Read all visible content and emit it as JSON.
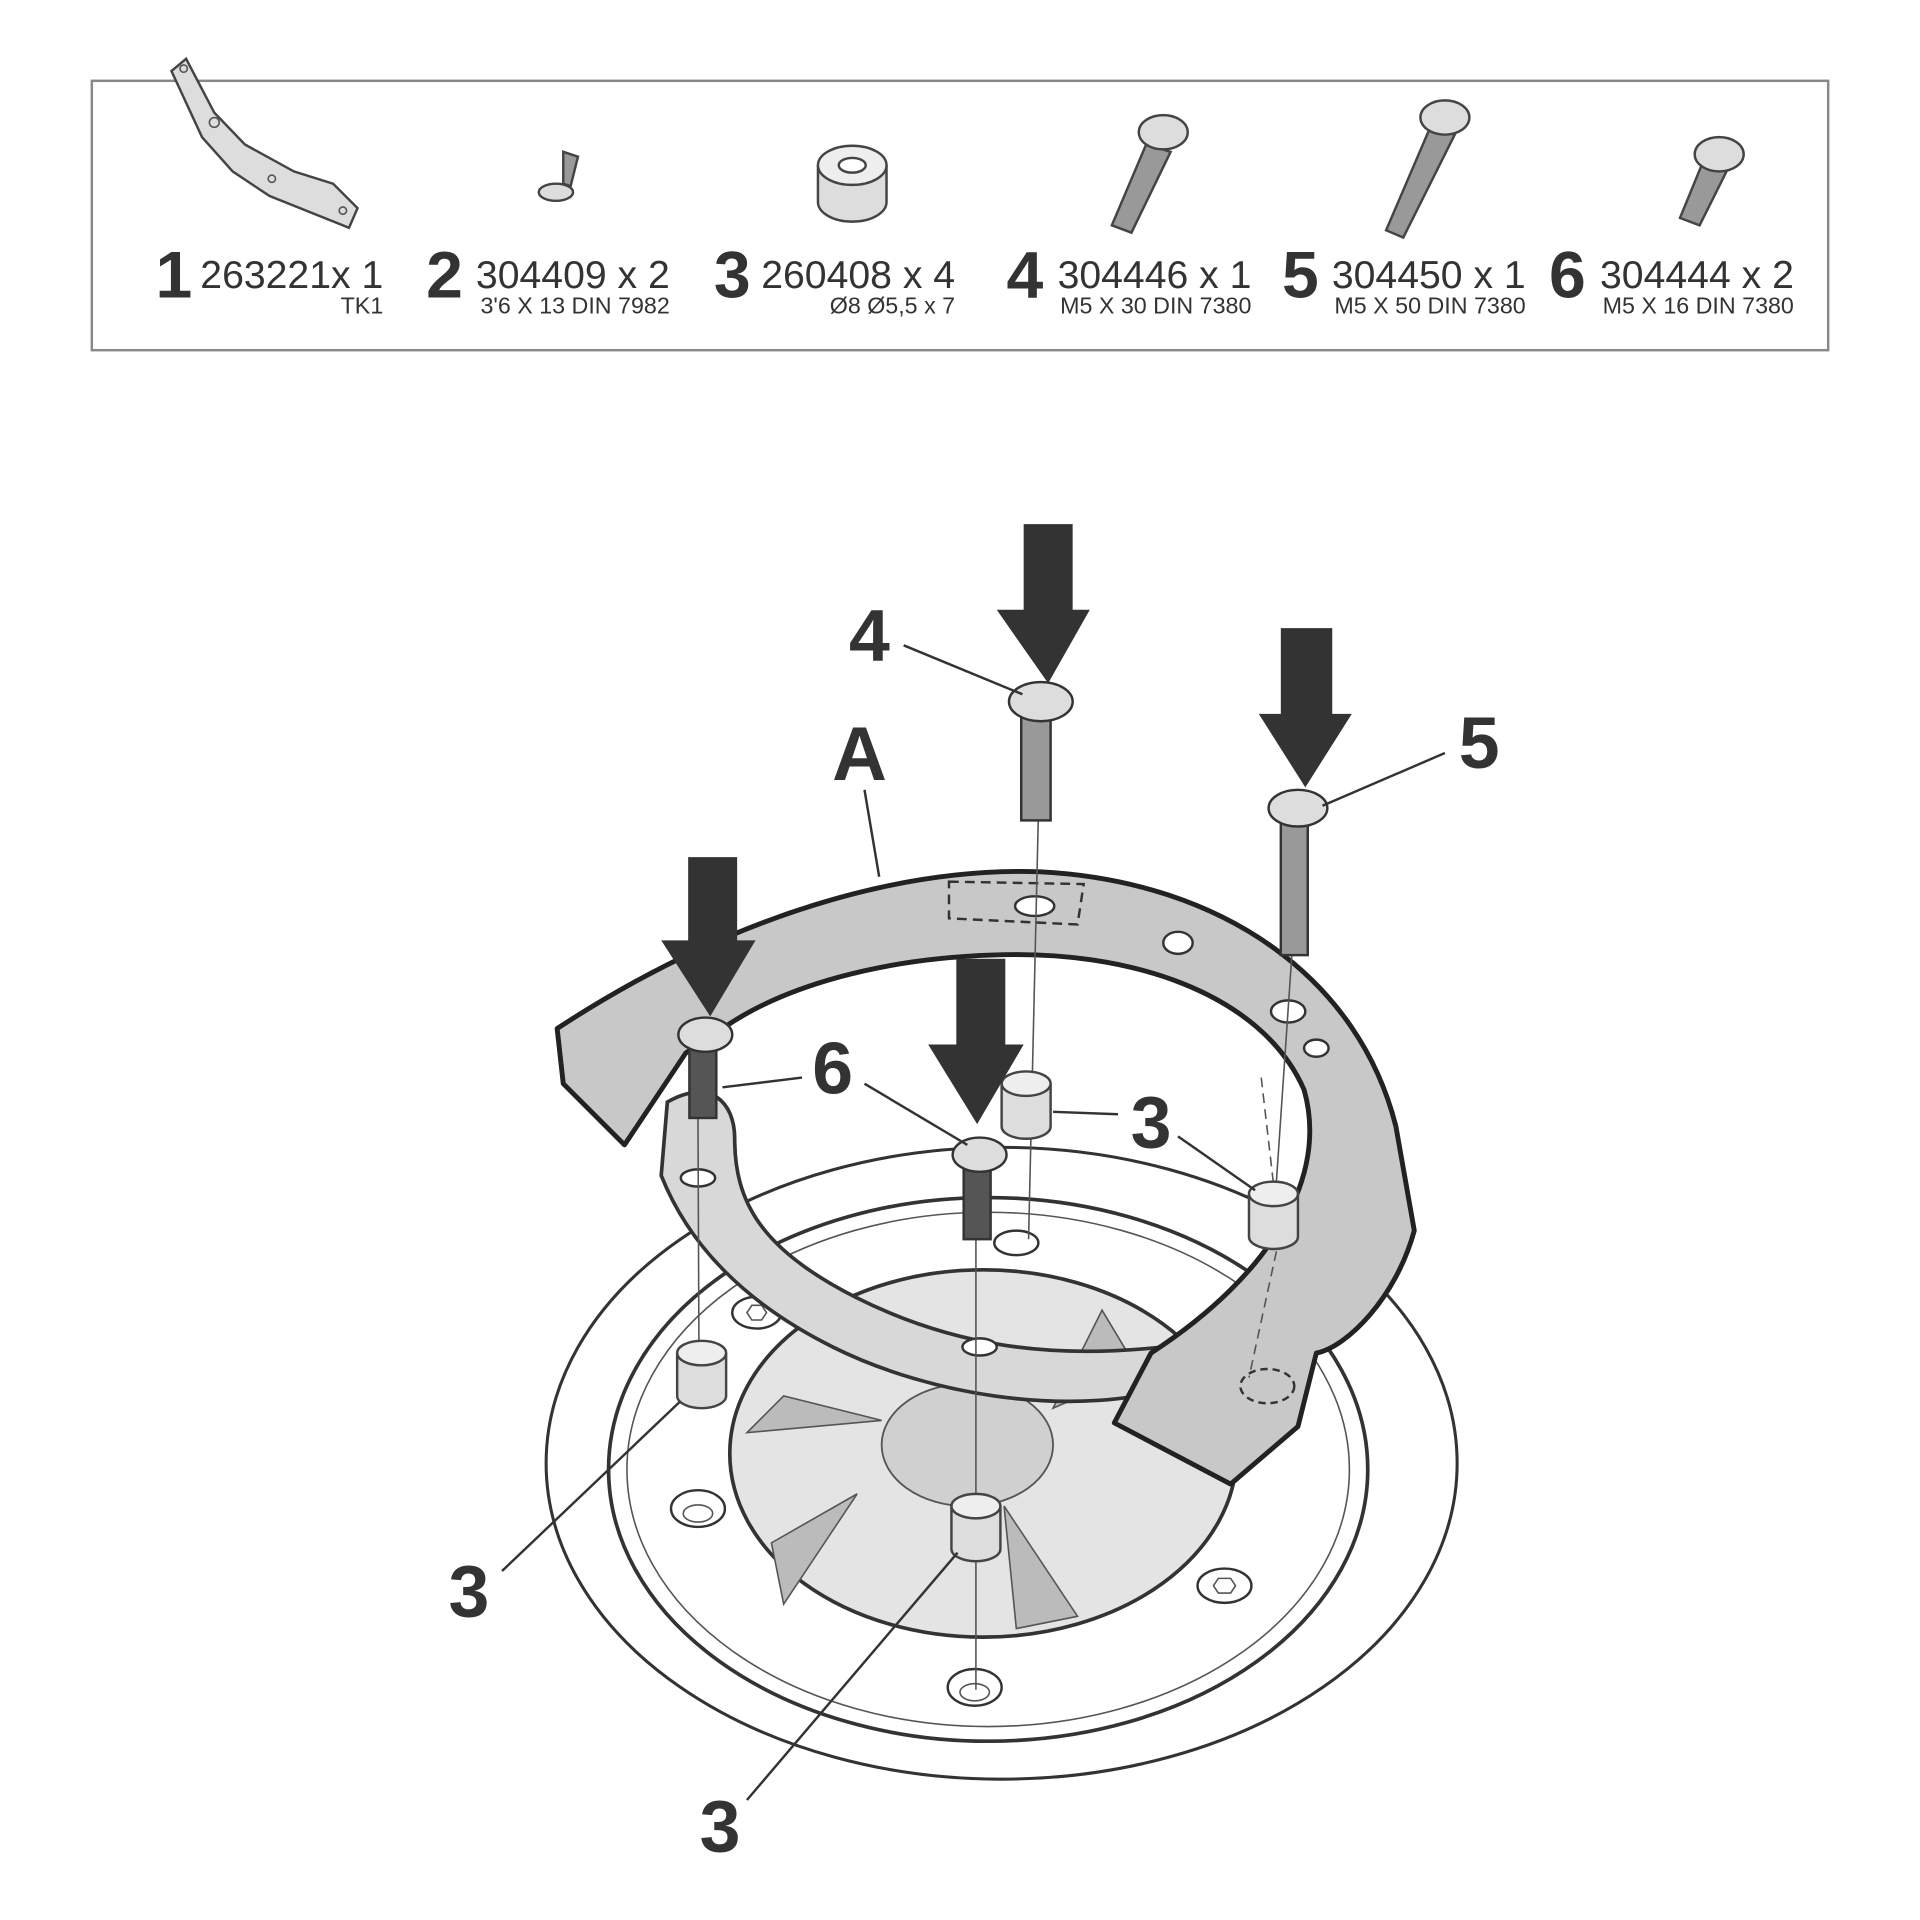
{
  "parts": [
    {
      "number": "1",
      "code": "263221x 1",
      "spec": "TK1"
    },
    {
      "number": "2",
      "code": "304409 x 2",
      "spec": "3'6 X 13 DIN 7982"
    },
    {
      "number": "3",
      "code": "260408 x 4",
      "spec": "Ø8 Ø5,5 x 7"
    },
    {
      "number": "4",
      "code": "304446 x 1",
      "spec": "M5 X 30 DIN 7380"
    },
    {
      "number": "5",
      "code": "304450 x 1",
      "spec": "M5 X 50 DIN 7380"
    },
    {
      "number": "6",
      "code": "304444 x 2",
      "spec": "M5 X 16 DIN 7380"
    }
  ],
  "callouts": {
    "a": "A",
    "bolt4": "4",
    "bolt5": "5",
    "bolt6": "6",
    "spacer_right": "3",
    "spacer_left": "3",
    "spacer_bottom": "3"
  },
  "colors": {
    "ink": "#333333",
    "part_fill": "#c8c8c8",
    "frame": "#888888"
  }
}
